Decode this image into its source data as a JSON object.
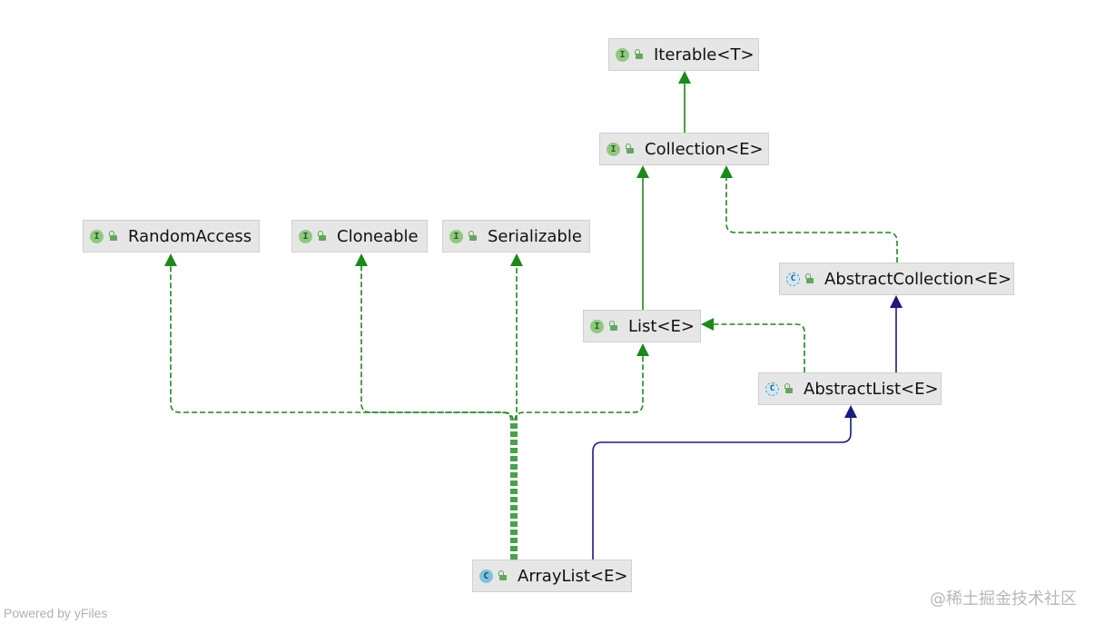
{
  "colors": {
    "interface_edge": "#1a8a1a",
    "class_edge": "#1a1a80",
    "node_fill": "#e6e6e6",
    "interface_badge": "#8fc97e",
    "class_badge": "#7ec2de"
  },
  "nodes": [
    {
      "id": "iterable",
      "label": "Iterable<T>",
      "kind": "interface",
      "badge": "I"
    },
    {
      "id": "collection",
      "label": "Collection<E>",
      "kind": "interface",
      "badge": "I"
    },
    {
      "id": "random_access",
      "label": "RandomAccess",
      "kind": "interface",
      "badge": "I"
    },
    {
      "id": "cloneable",
      "label": "Cloneable",
      "kind": "interface",
      "badge": "I"
    },
    {
      "id": "serializable",
      "label": "Serializable",
      "kind": "interface",
      "badge": "I"
    },
    {
      "id": "abstract_collection",
      "label": "AbstractCollection<E>",
      "kind": "abstract-class",
      "badge": "C"
    },
    {
      "id": "list",
      "label": "List<E>",
      "kind": "interface",
      "badge": "I"
    },
    {
      "id": "abstract_list",
      "label": "AbstractList<E>",
      "kind": "abstract-class",
      "badge": "C"
    },
    {
      "id": "array_list",
      "label": "ArrayList<E>",
      "kind": "class",
      "badge": "C"
    }
  ],
  "edges": [
    {
      "from": "collection",
      "to": "iterable",
      "type": "extends"
    },
    {
      "from": "list",
      "to": "collection",
      "type": "extends"
    },
    {
      "from": "abstract_collection",
      "to": "collection",
      "type": "implements"
    },
    {
      "from": "abstract_list",
      "to": "abstract_collection",
      "type": "extends"
    },
    {
      "from": "abstract_list",
      "to": "list",
      "type": "implements"
    },
    {
      "from": "array_list",
      "to": "abstract_list",
      "type": "extends"
    },
    {
      "from": "array_list",
      "to": "list",
      "type": "implements"
    },
    {
      "from": "array_list",
      "to": "random_access",
      "type": "implements"
    },
    {
      "from": "array_list",
      "to": "cloneable",
      "type": "implements"
    },
    {
      "from": "array_list",
      "to": "serializable",
      "type": "implements"
    }
  ],
  "footer": "Powered by yFiles",
  "watermark": "@稀土掘金技术社区"
}
